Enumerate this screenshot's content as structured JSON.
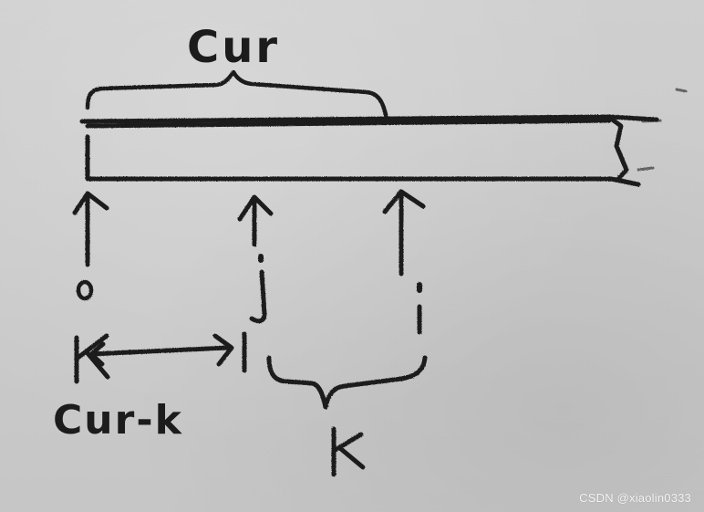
{
  "labels": {
    "top_segment": "Cur",
    "zero_index": "0",
    "j_index": "j",
    "i_index": "i",
    "bottom_left_segment": "Cur-k",
    "bottom_right_segment": "k"
  },
  "watermark": "CSDN @xiaolin0333",
  "colors": {
    "paper": "#c9c9c9",
    "ink": "#1c1c1c",
    "watermark": "#ffffff"
  }
}
